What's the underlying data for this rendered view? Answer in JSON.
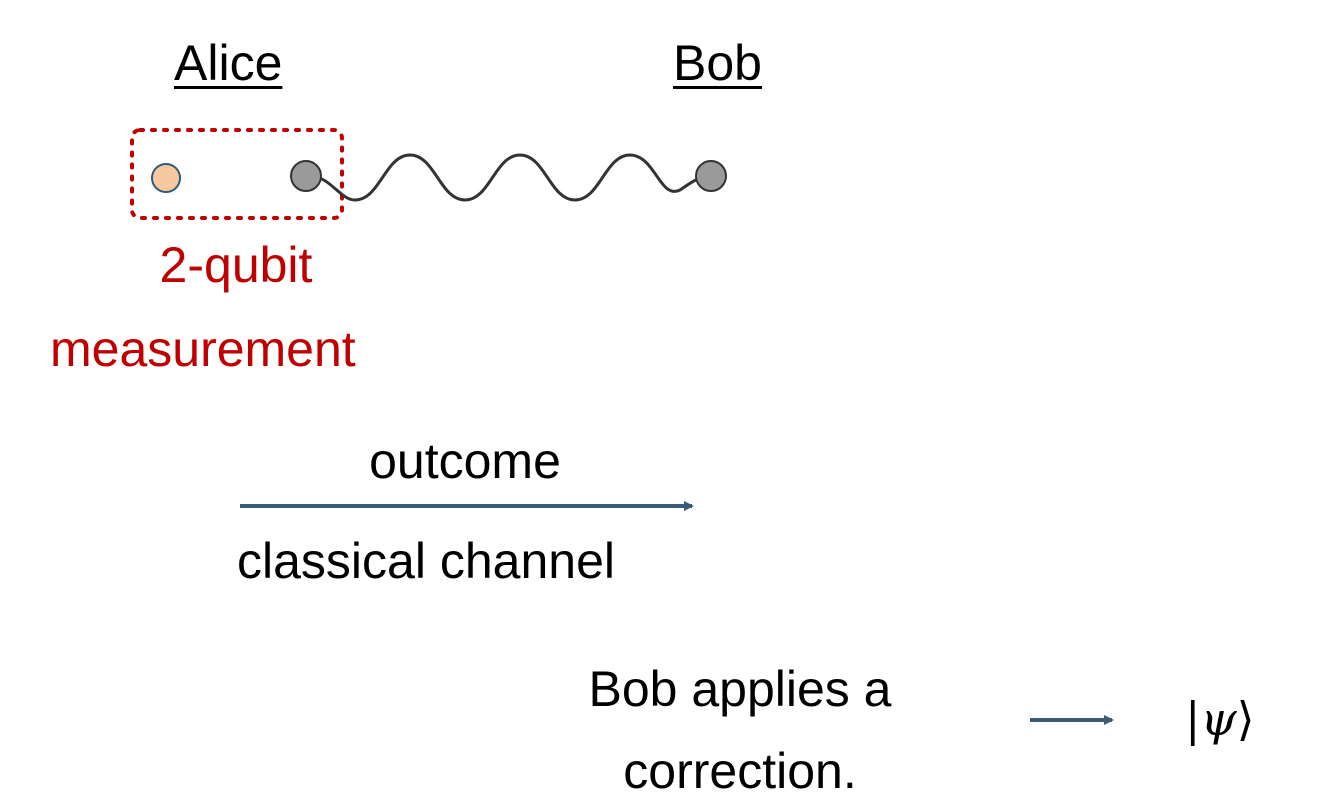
{
  "parties": {
    "alice": "Alice",
    "bob": "Bob"
  },
  "measurement": {
    "line1": "2-qubit",
    "line2": "measurement"
  },
  "channel": {
    "top_label": "outcome",
    "bottom_label": "classical channel"
  },
  "correction": {
    "line1": "Bob applies a",
    "line2": "correction."
  },
  "result_state": {
    "left": "|",
    "symbol": "ψ",
    "right": "⟩"
  },
  "colors": {
    "alice_qubit_fill": "#f8c9a0",
    "entangled_qubit_fill": "#9a9a9a",
    "measurement_box": "#c00000",
    "arrow": "#3b5b74",
    "wave": "#333333",
    "measurement_text": "#c00000"
  }
}
